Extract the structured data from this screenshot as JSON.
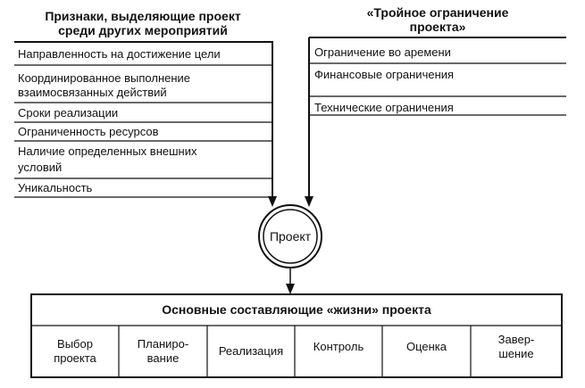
{
  "left_block": {
    "title_line1": "Признаки, выделяющие проект",
    "title_line2": "среди других мероприятий",
    "items": [
      "Направленность на достижение цели",
      "Координированное выполнение",
      "взаимосвязанных действий",
      "Сроки реализации",
      "Ограниченность ресурсов",
      "Наличие определенных внешних",
      "условий",
      "Уникальность"
    ]
  },
  "right_block": {
    "title_line1": "«Тройное ограничение",
    "title_line2": "проекта»",
    "items": [
      "Ограничение во аремени",
      "Финансовые ограничения",
      "Технические ограничения"
    ]
  },
  "center": {
    "label": "Проект"
  },
  "bottom_table": {
    "header": "Основные составляющие «жизни» проекта",
    "cells": [
      {
        "l1": "Выбор",
        "l2": "проекта"
      },
      {
        "l1": "Планиро-",
        "l2": "вание"
      },
      {
        "l1": "Реализация",
        "l2": ""
      },
      {
        "l1": "Контроль",
        "l2": ""
      },
      {
        "l1": "Оценка",
        "l2": ""
      },
      {
        "l1": "Завер-",
        "l2": "шение"
      }
    ]
  }
}
